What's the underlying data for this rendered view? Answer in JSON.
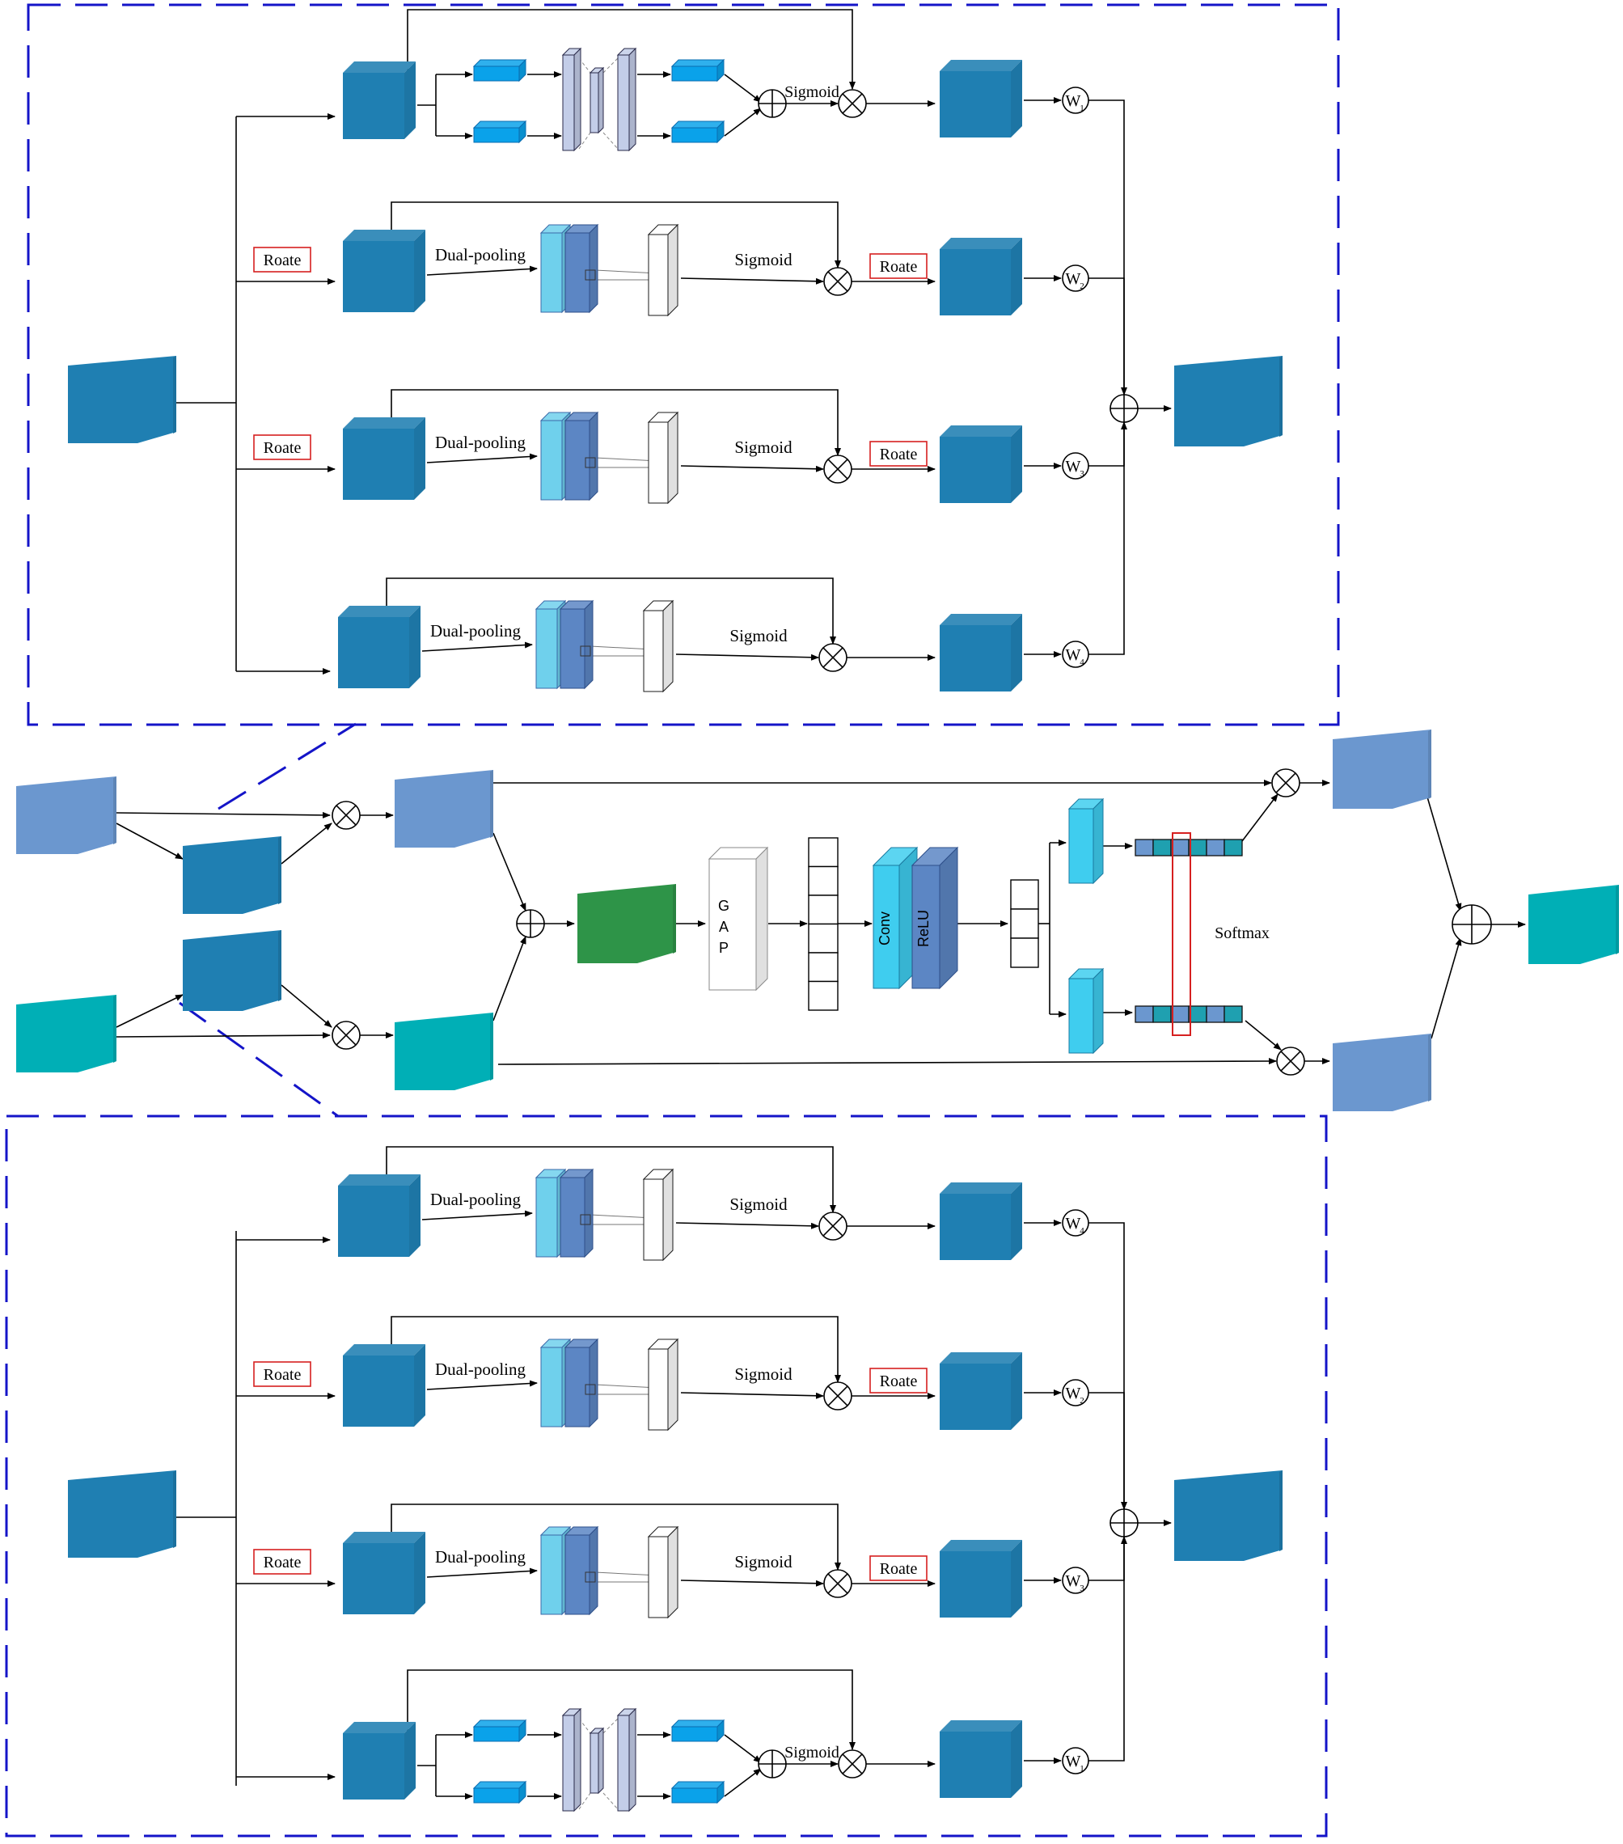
{
  "labels": {
    "sigmoid": "Sigmoid",
    "dual_pooling": "Dual-pooling",
    "roate": "Roate",
    "softmax": "Softmax",
    "gap_g": "G",
    "gap_a": "A",
    "gap_p": "P",
    "conv": "Conv",
    "relu": "ReLU",
    "w_letter": "W",
    "w_subs": [
      "1",
      "2",
      "3",
      "4"
    ]
  },
  "colors": {
    "frame": "#1414c8",
    "feature_cube": "#1f7fb2",
    "light_blue_cube": "#6b97cf",
    "teal_cube": "#00afb6",
    "green_cube": "#2e9448",
    "pool_light": "#6fd0ec",
    "pool_dark": "#5c86c4",
    "small_bar": "#0aa2ea",
    "mlp_bar": "#c3cde8",
    "conv_cyan": "#3fcdef",
    "roate_border": "#d62020"
  }
}
